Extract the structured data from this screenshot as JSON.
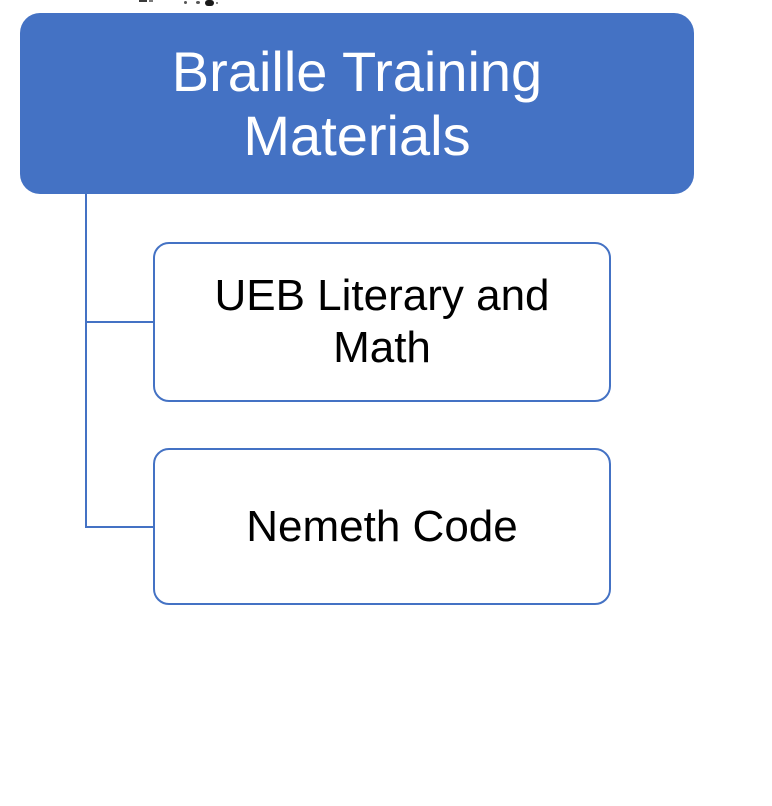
{
  "page": {
    "background_color": "#FFFFFF"
  },
  "diagram": {
    "type": "hierarchy",
    "connector_color": "#4472C4",
    "root": {
      "label": "Braille Training\nMaterials",
      "fill_color": "#4472C4",
      "text_color": "#FFFFFF"
    },
    "children": [
      {
        "label": "UEB Literary and\nMath",
        "fill_color": "#FFFFFF",
        "border_color": "#4472C4",
        "text_color": "#000000"
      },
      {
        "label": "Nemeth Code",
        "fill_color": "#FFFFFF",
        "border_color": "#4472C4",
        "text_color": "#000000"
      }
    ]
  }
}
